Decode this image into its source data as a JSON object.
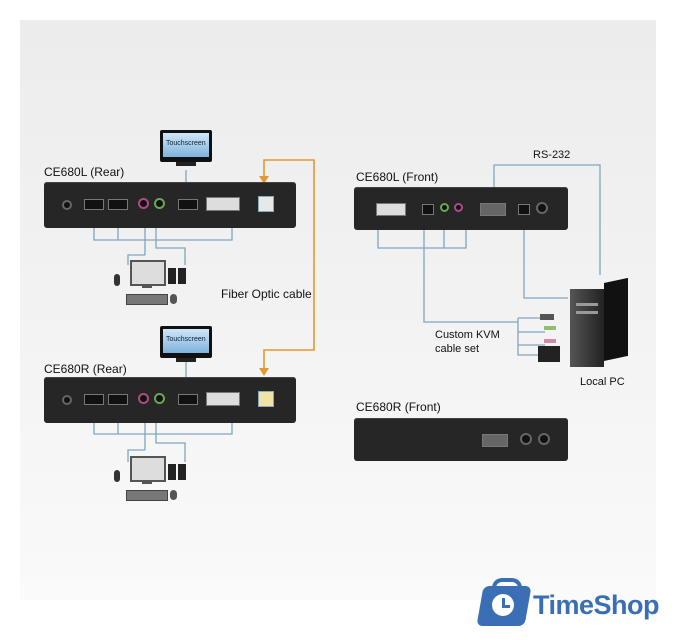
{
  "labels": {
    "ce680l_rear": "CE680L (Rear)",
    "ce680r_rear": "CE680R (Rear)",
    "ce680l_front": "CE680L (Front)",
    "ce680r_front": "CE680R (Front)",
    "fiber_optic": "Fiber Optic cable",
    "rs232": "RS-232",
    "kvm_line1": "Custom KVM",
    "kvm_line2": "cable set",
    "local_pc": "Local PC",
    "touchscreen_top": "Touchscreen",
    "touchscreen_bottom": "Touchscreen"
  },
  "brand": {
    "name": "TimeShop",
    "color": "#3a6fb5",
    "icon": "clock-bag-icon"
  },
  "colors": {
    "device": "#262626",
    "blue_wire": "#7fa6c0",
    "fiber": "#e29a2e"
  }
}
